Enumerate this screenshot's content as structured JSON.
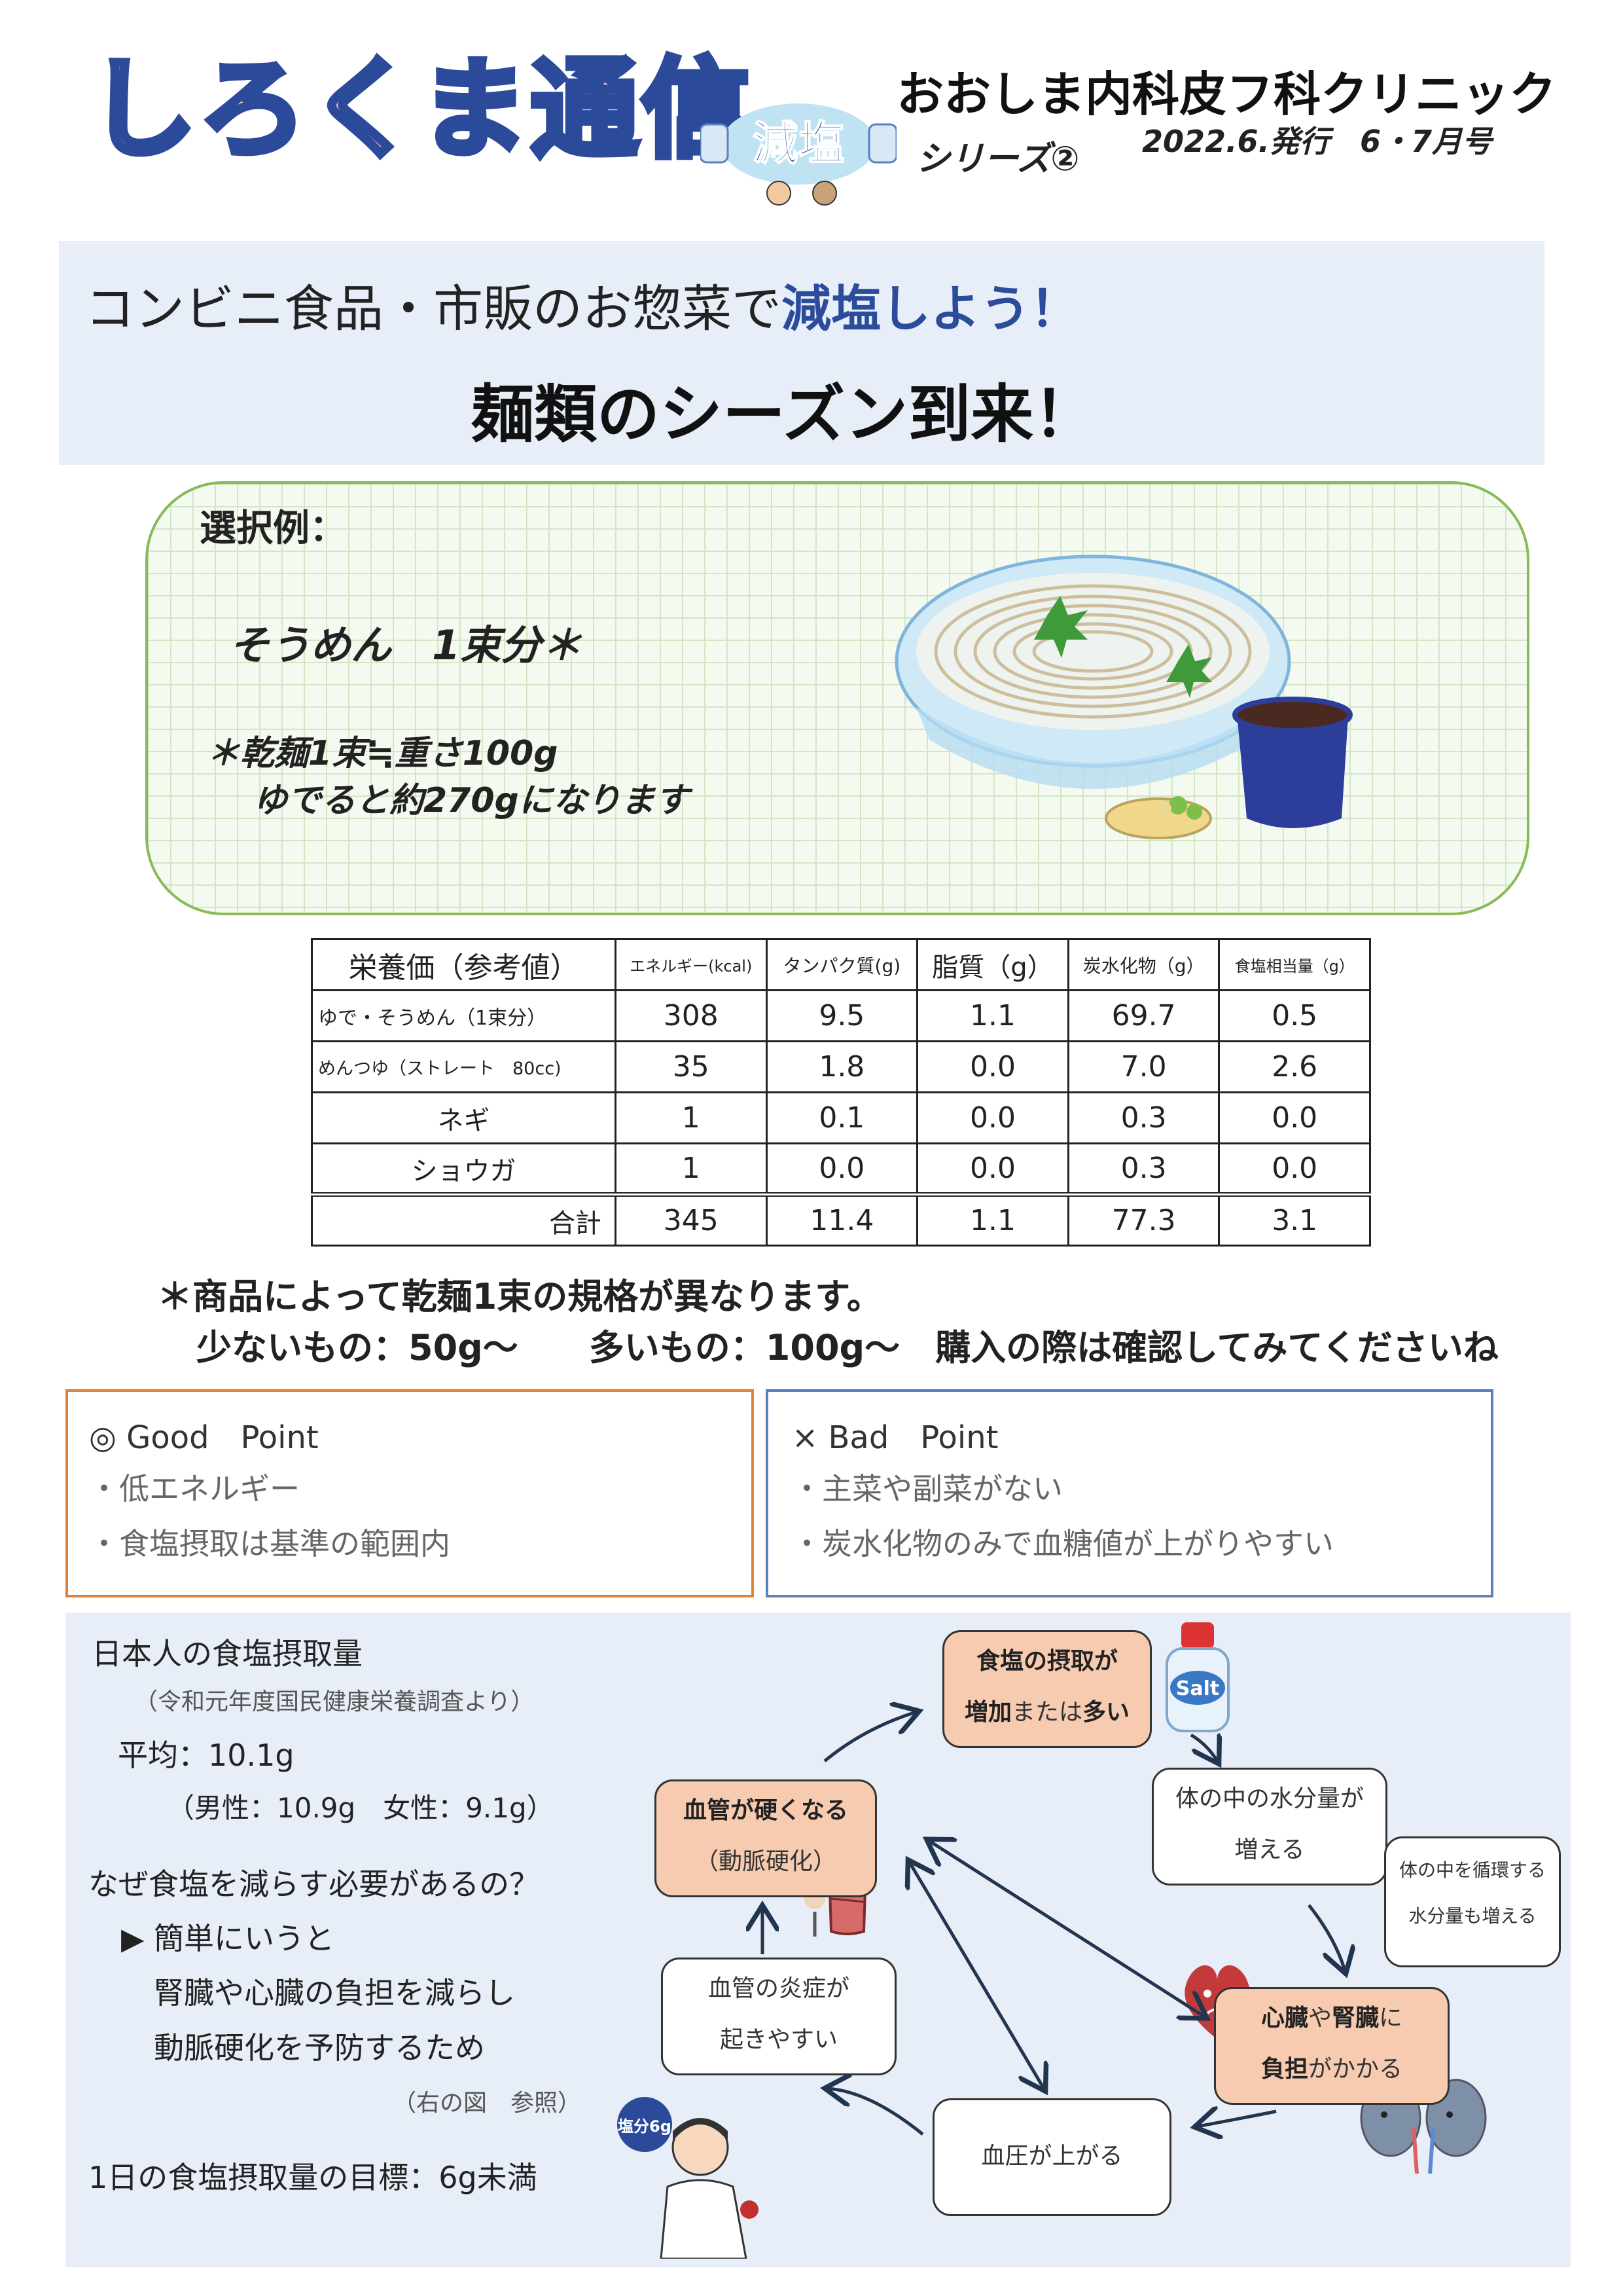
{
  "masthead": {
    "title": "しろくま通信",
    "badge": "減塩",
    "clinic": "おおしま内科皮フ科クリニック",
    "series": "シリーズ②",
    "issue": "2022.6.発行　6・7月号"
  },
  "headline": {
    "sub_prefix": "コンビニ食品・市販のお惣菜で",
    "sub_em": "減塩しよう",
    "sub_suffix": "！",
    "main": "麺類のシーズン到来！"
  },
  "selection": {
    "label": "選択例：",
    "item": "そうめん　1束分＊",
    "note_line1": "＊乾麺1束≒重さ100g",
    "note_line2": "ゆでると約270gになります"
  },
  "nutrition_table": {
    "headers": [
      "栄養価（参考値）",
      "エネルギー(kcal)",
      "タンパク質(g)",
      "脂質（g）",
      "炭水化物（g）",
      "食塩相当量（g）"
    ],
    "rows": [
      {
        "name": "ゆで・そうめん（1束分）",
        "values": [
          "308",
          "9.5",
          "1.1",
          "69.7",
          "0.5"
        ]
      },
      {
        "name": "めんつゆ（ストレート　80cc)",
        "values": [
          "35",
          "1.8",
          "0.0",
          "7.0",
          "2.6"
        ]
      },
      {
        "name": "ネギ",
        "values": [
          "1",
          "0.1",
          "0.0",
          "0.3",
          "0.0"
        ]
      },
      {
        "name": "ショウガ",
        "values": [
          "1",
          "0.0",
          "0.0",
          "0.3",
          "0.0"
        ]
      }
    ],
    "total": {
      "name": "合計",
      "values": [
        "345",
        "11.4",
        "1.1",
        "77.3",
        "3.1"
      ]
    }
  },
  "caution": {
    "line1": "＊商品によって乾麺1束の規格が異なります。",
    "line2": "少ないもの：50g～　　多いもの：100g～　購入の際は確認してみてくださいね"
  },
  "good": {
    "title": "◎ Good　Point",
    "items": [
      "・低エネルギー",
      "・食塩摂取は基準の範囲内"
    ]
  },
  "bad": {
    "title": "× Bad　Point",
    "items": [
      "・主菜や副菜がない",
      "・炭水化物のみで血糖値が上がりやすい"
    ]
  },
  "salt_info": {
    "heading": "日本人の食塩摂取量",
    "source": "（令和元年度国民健康栄養調査より）",
    "average": "平均：10.1g",
    "gender": "（男性：10.9g　女性：9.1g）",
    "why": "なぜ食塩を減らす必要があるの？",
    "simple": "▶ 簡単にいうと",
    "reason1": "腎臓や心臓の負担を減らし",
    "reason2": "動脈硬化を予防するため",
    "ref": "（右の図　参照）",
    "goal": "1日の食塩摂取量の目標：6g未満",
    "doctor_badge": "塩分6g",
    "salt_label": "Salt"
  },
  "flow": {
    "intake_line1": "食塩の摂取が",
    "intake_line2_bold1": "増加",
    "intake_line2_mid": "または",
    "intake_line2_bold2": "多い",
    "water_line1": "体の中の水分量が",
    "water_line2": "増える",
    "circ_line1": "体の中を循環する",
    "circ_line2": "水分量も増える",
    "burden_line1_b1": "心臓",
    "burden_line1_mid": "や",
    "burden_line1_b2": "腎臓",
    "burden_line1_end": "に",
    "burden_line2_b": "負担",
    "burden_line2_end": "がかかる",
    "bp": "血圧が上がる",
    "inflam_line1": "血管の炎症が",
    "inflam_line2": "起きやすい",
    "hard_line1": "血管が硬くなる",
    "hard_line2": "（動脈硬化）"
  },
  "colors": {
    "navy": "#2c4a9a",
    "title_pink": "#f6b8c4",
    "headline_bg": "#e7eef8",
    "panel_green": "#88bb55",
    "good_orange": "#e0823a",
    "bad_blue": "#5a7fc0",
    "flow_peach": "#f7cbb0",
    "arrow": "#22354f"
  }
}
